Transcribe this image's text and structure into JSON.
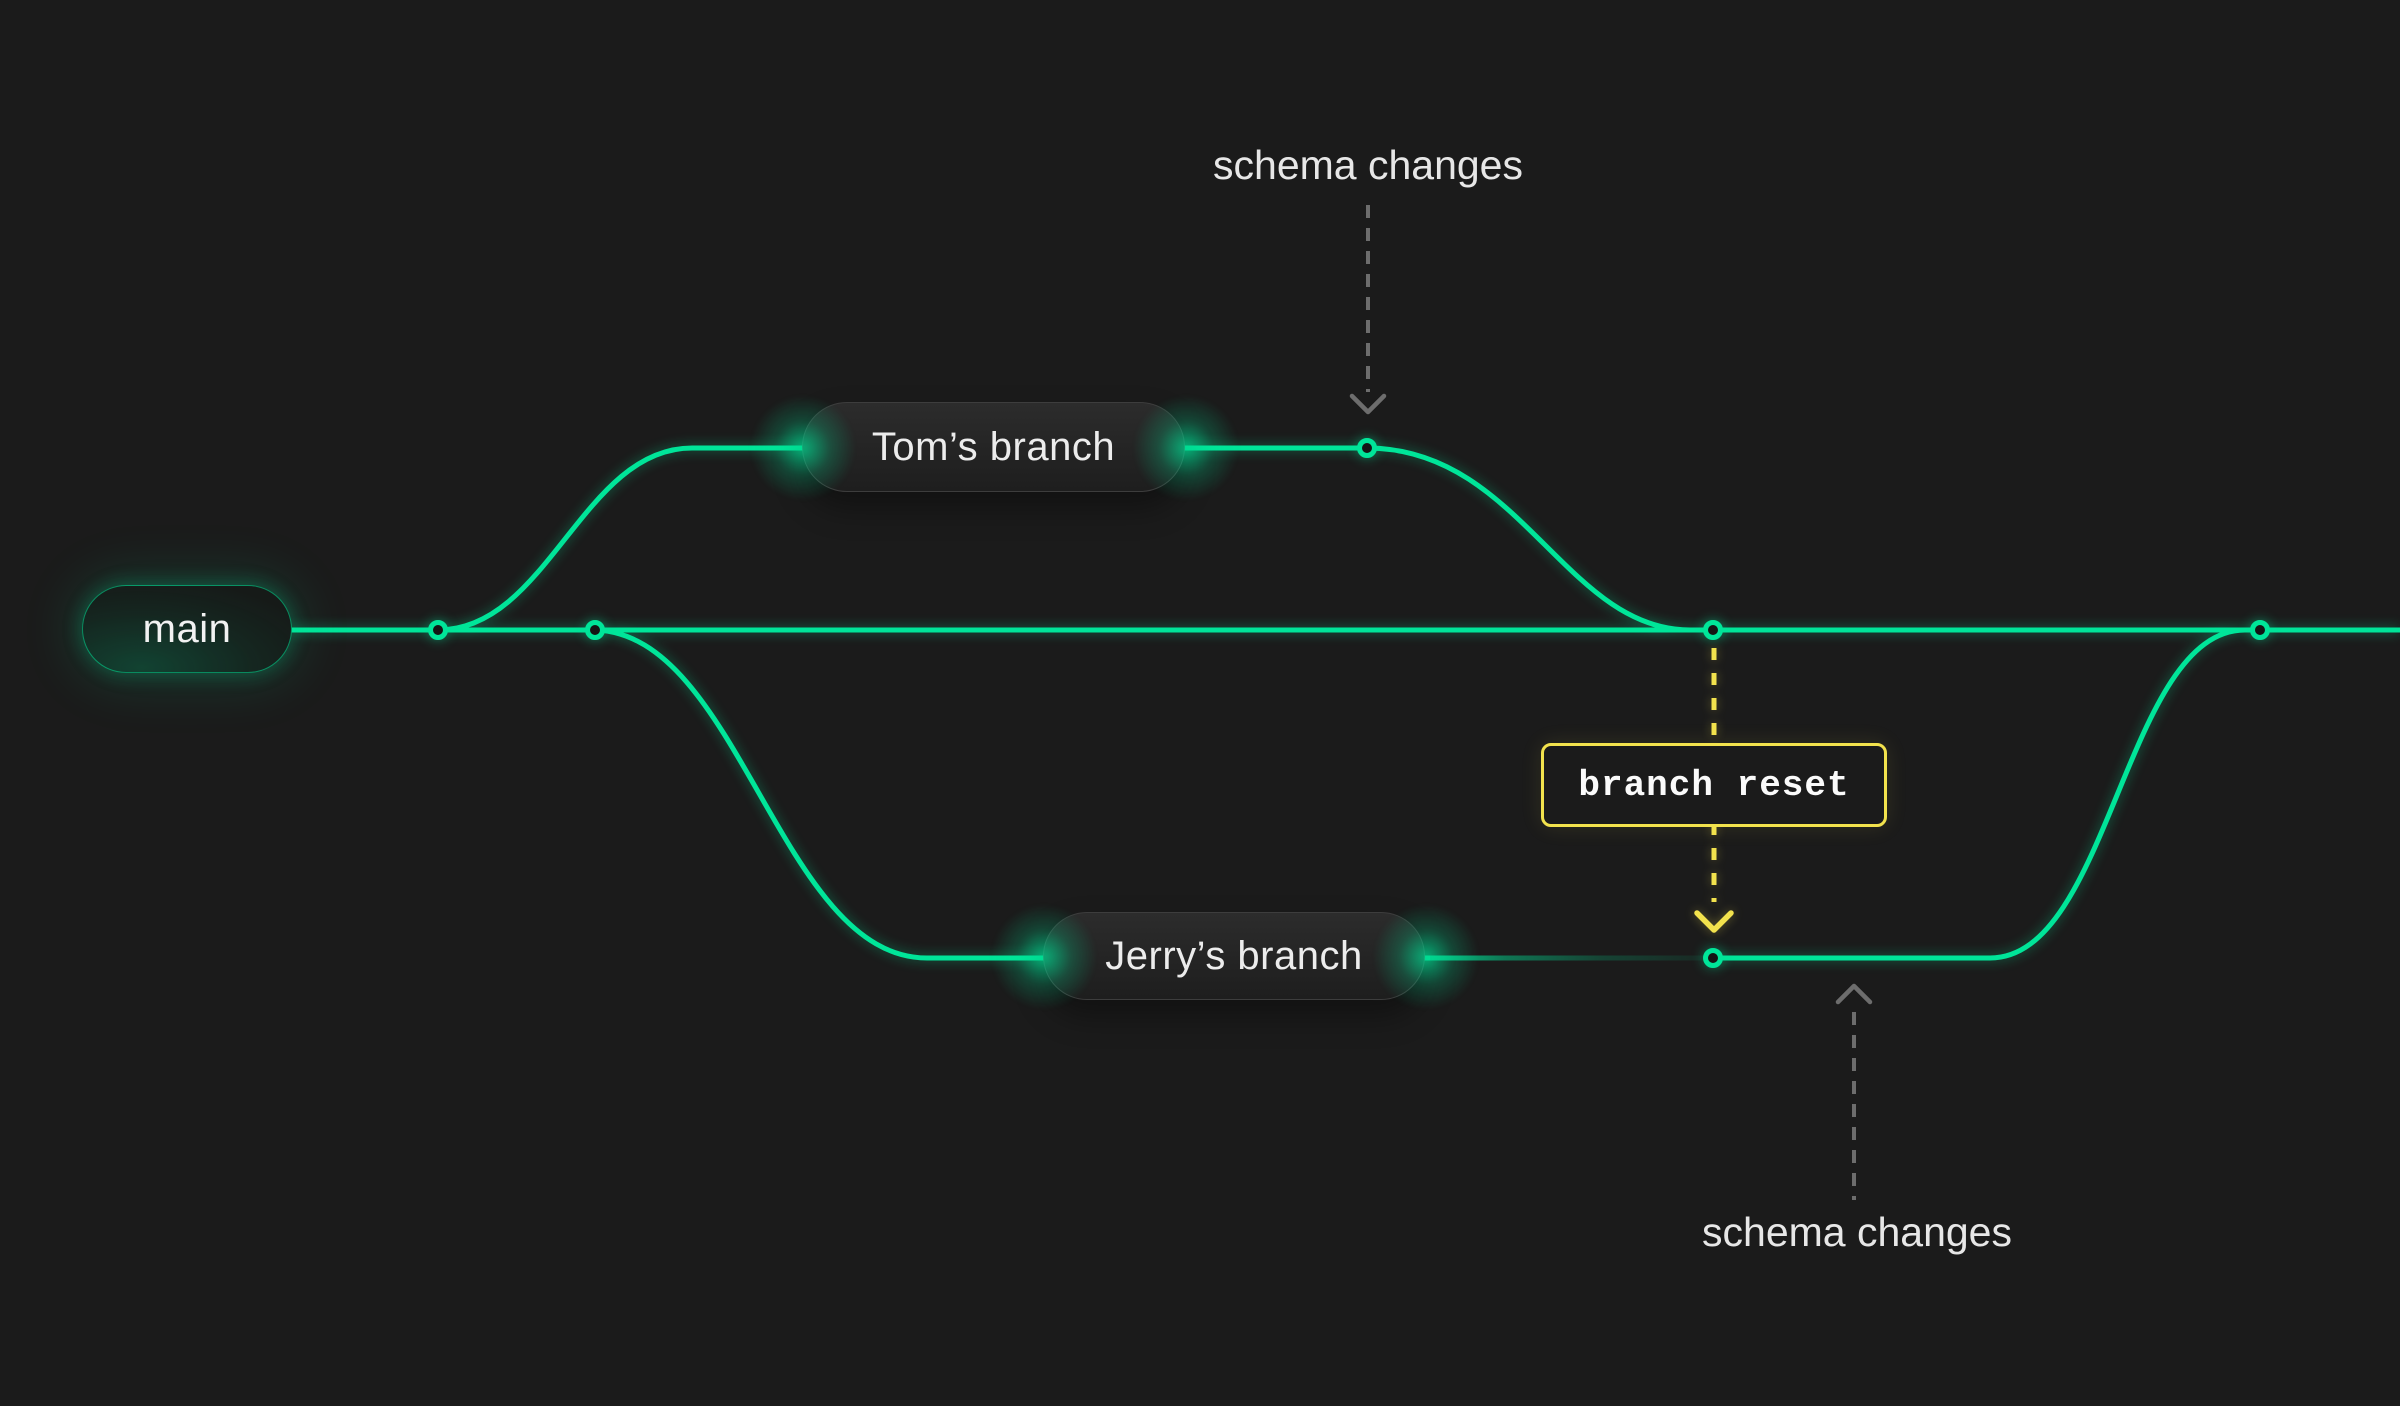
{
  "diagram": {
    "title_hint": "branch reset flow",
    "colors": {
      "background": "#1b1b1b",
      "branch_green": "#00e599",
      "warning_yellow": "#f2e24d",
      "arrow_gray": "#6d6d6d",
      "text_light": "#e7e7e7"
    },
    "branches": {
      "main": {
        "label": "main"
      },
      "tom": {
        "label": "Tom’s branch"
      },
      "jerry": {
        "label": "Jerry’s branch"
      }
    },
    "annotations": {
      "schema_changes_top": "schema changes",
      "schema_changes_bottom": "schema changes",
      "branch_reset": "branch reset"
    },
    "commit_nodes_count": 6
  }
}
